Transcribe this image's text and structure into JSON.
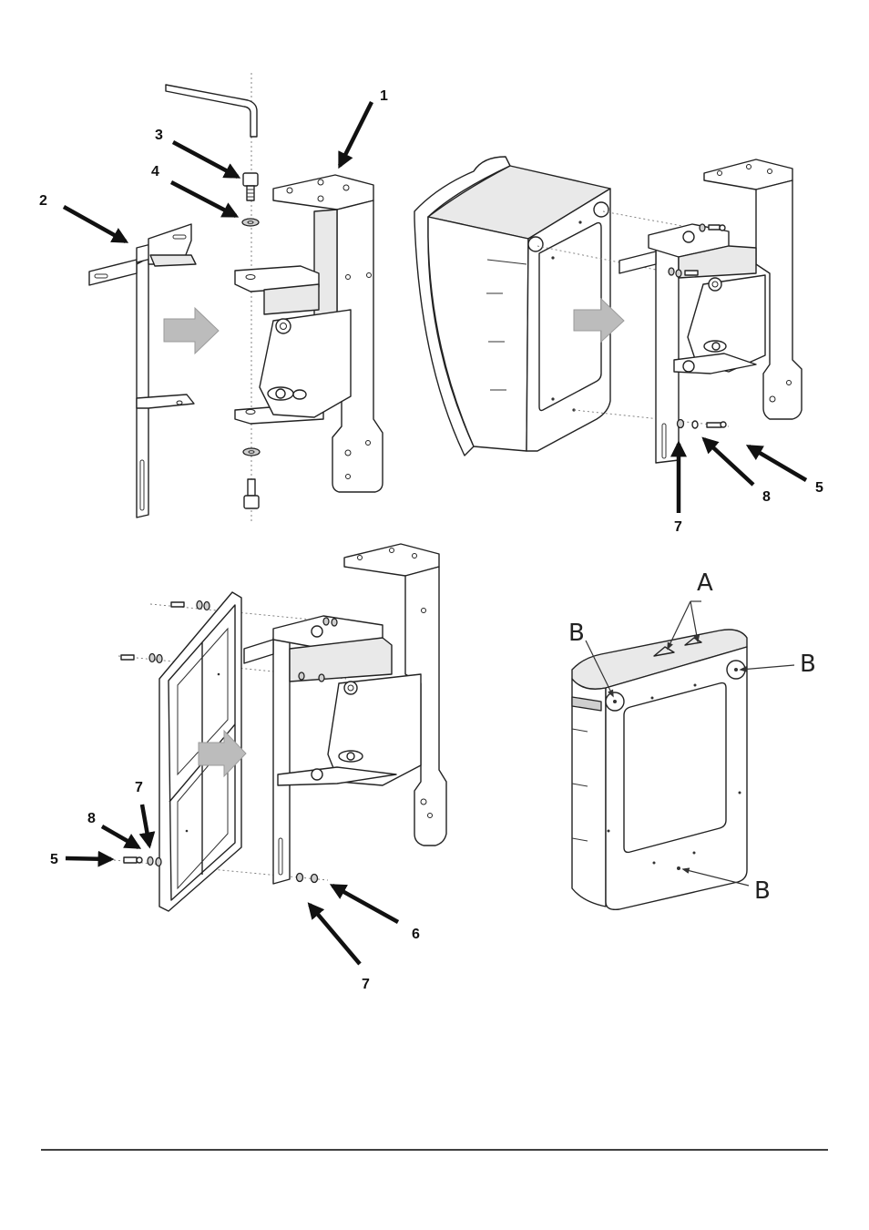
{
  "figure": {
    "panel_top_left": {
      "callouts": [
        "1",
        "2",
        "3",
        "4"
      ]
    },
    "panel_top_right": {
      "callouts": [
        "5",
        "7",
        "8"
      ]
    },
    "panel_bottom_left": {
      "callouts": [
        "5",
        "6",
        "7",
        "7",
        "8"
      ]
    },
    "panel_bottom_right": {
      "callouts": [
        "A",
        "B",
        "B",
        "B"
      ]
    }
  },
  "icons": {
    "hex_key": "allen-key-icon",
    "push_arrow": "grey-arrow-icon"
  },
  "colors": {
    "line": "#222222",
    "background": "#ffffff",
    "push_arrow": "#bcbcbc"
  }
}
